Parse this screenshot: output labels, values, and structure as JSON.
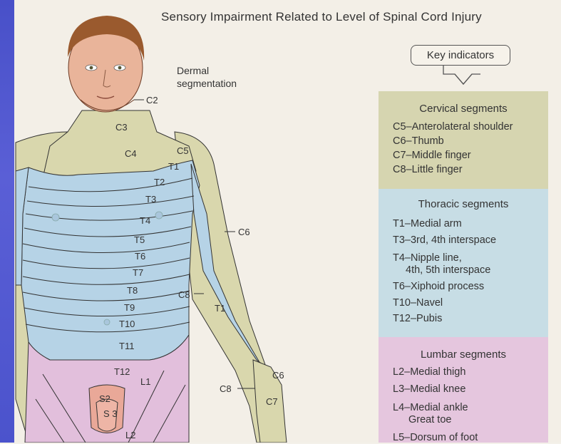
{
  "title": "Sensory Impairment Related to Level of Spinal Cord Injury",
  "dermal_label_line1": "Dermal",
  "dermal_label_line2": "segmentation",
  "key_indicators": "Key indicators",
  "cervical": {
    "heading": "Cervical segments",
    "items": [
      "C5–Anterolateral shoulder",
      "C6–Thumb",
      "C7–Middle finger",
      "C8–Little finger"
    ]
  },
  "thoracic": {
    "heading": "Thoracic segments",
    "items": [
      "T1–Medial arm",
      "T3–3rd, 4th interspace",
      "T4–Nipple line,",
      "4th, 5th interspace",
      "T6–Xiphoid process",
      "T10–Navel",
      "T12–Pubis"
    ]
  },
  "lumbar": {
    "heading": "Lumbar segments",
    "items": [
      "L2–Medial thigh",
      "L3–Medial knee",
      "L4–Medial ankle",
      "Great toe",
      "L5–Dorsum of foot"
    ]
  },
  "segment_labels": {
    "c2": "C2",
    "c3": "C3",
    "c4": "C4",
    "c5": "C5",
    "c6": "C6",
    "c6b": "C6",
    "c7": "C7",
    "c8": "C8",
    "c8b": "C8",
    "t1": "T1",
    "t1b": "T1",
    "t2": "T2",
    "t3": "T3",
    "t4": "T4",
    "t5": "T5",
    "t6": "T6",
    "t7": "T7",
    "t8": "T8",
    "t9": "T9",
    "t10": "T10",
    "t11": "T11",
    "t12": "T12",
    "l1": "L1",
    "l2": "L2",
    "s2": "S2",
    "s3": "S\n3"
  },
  "colors": {
    "cervical": "#d6d5b0",
    "thoracic": "#c7dde5",
    "lumbar": "#e5c6de",
    "skin": "#e9b49a",
    "hair": "#9a5a2e",
    "side_strip": "#4b53cc"
  }
}
